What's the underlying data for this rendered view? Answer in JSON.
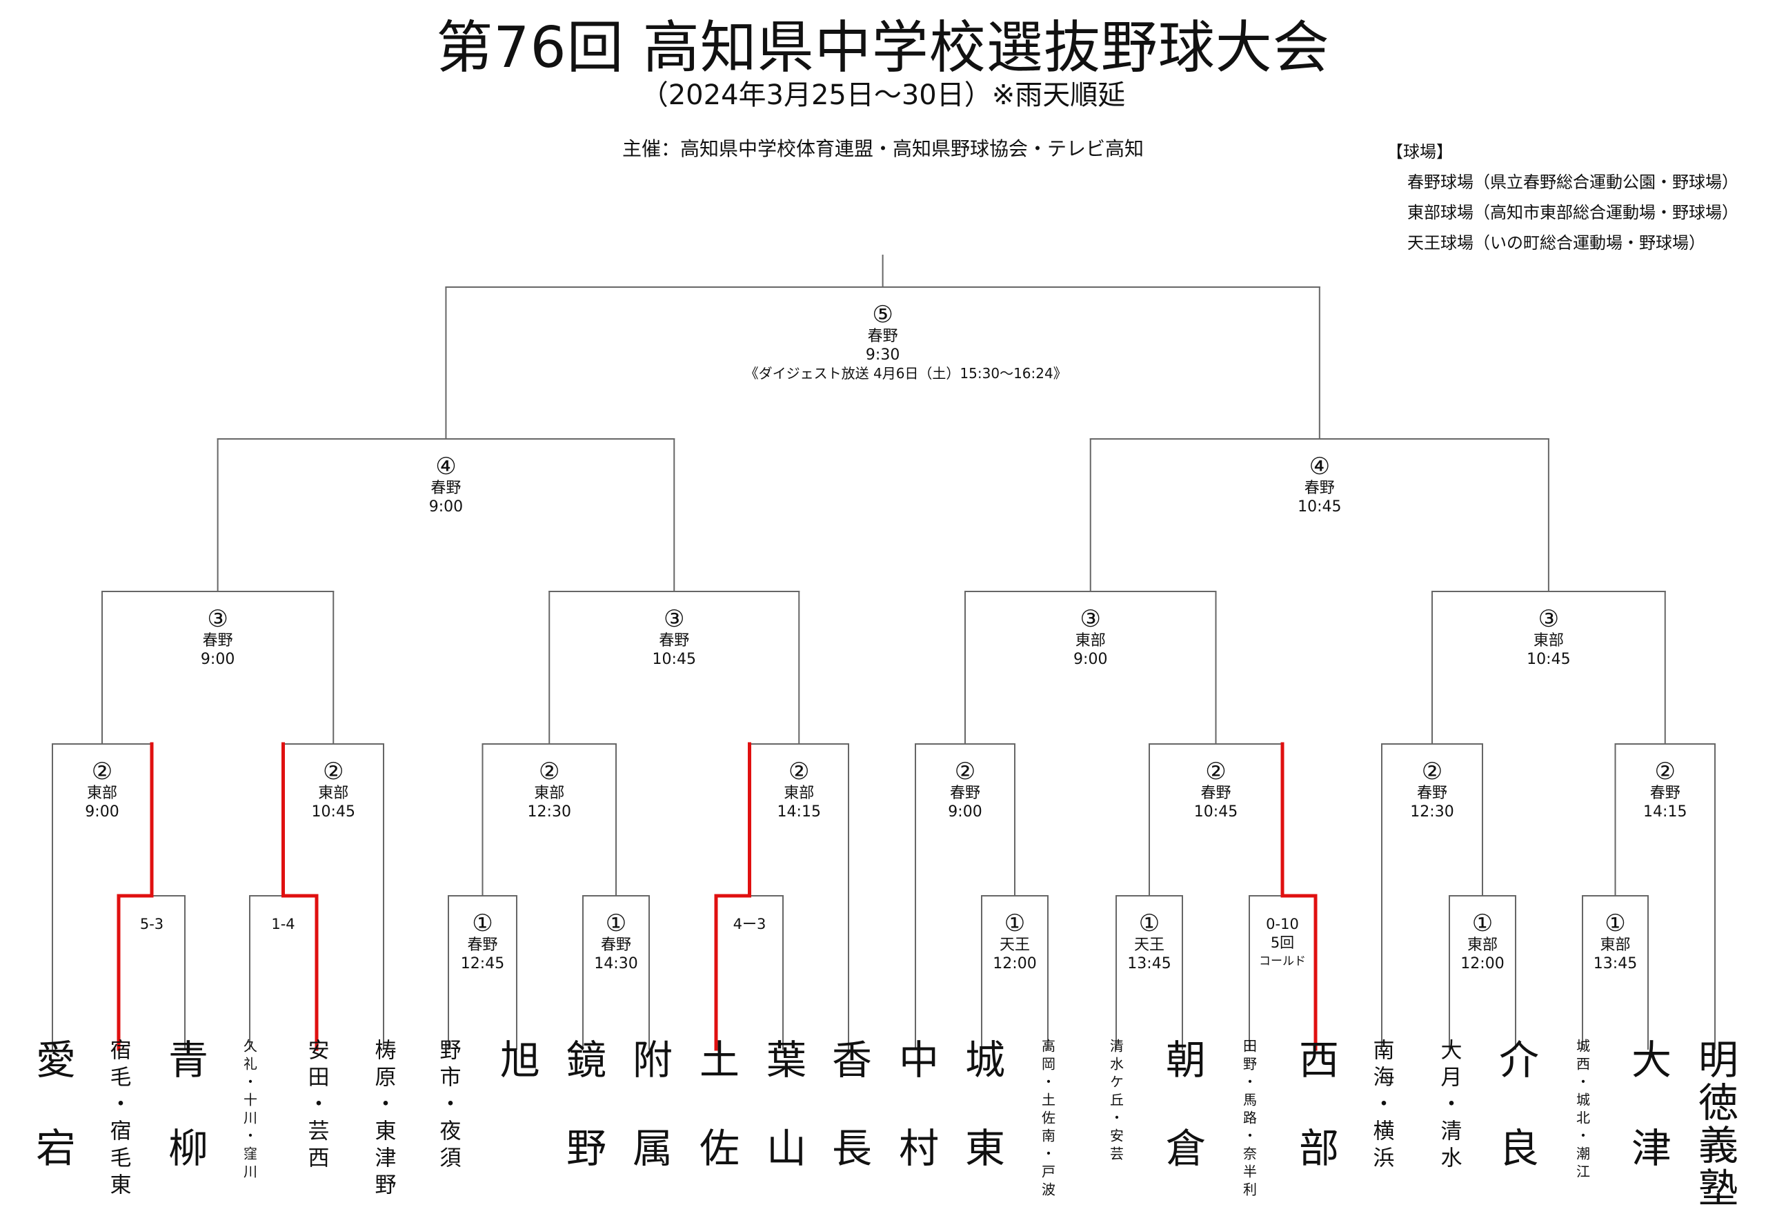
{
  "header": {
    "title": "第76回 高知県中学校選抜野球大会",
    "subtitle": "（2024年3月25日～30日）※雨天順延",
    "organizer": "主催：高知県中学校体育連盟・高知県野球協会・テレビ高知"
  },
  "venues": {
    "heading": "【球場】",
    "items": [
      "春野球場（県立春野総合運動公園・野球場）",
      "東部球場（高知市東部総合運動場・野球場）",
      "天王球場（いの町総合運動場・野球場）"
    ]
  },
  "teams": [
    {
      "name": "愛宕",
      "cols": [
        "愛宕"
      ],
      "size": "big"
    },
    {
      "name": "宿毛・宿毛東",
      "cols": [
        "宿毛・宿毛東"
      ],
      "size": "mid"
    },
    {
      "name": "青柳",
      "cols": [
        "青柳"
      ],
      "size": "big"
    },
    {
      "name": "久礼・十川・窪川",
      "cols": [
        "久礼・十川・窪川"
      ],
      "size": "small"
    },
    {
      "name": "安田・芸西",
      "cols": [
        "安田・芸西"
      ],
      "size": "mid"
    },
    {
      "name": "梼原・東津野",
      "cols": [
        "梼原・東津野"
      ],
      "size": "mid"
    },
    {
      "name": "野市・夜須",
      "cols": [
        "野市・夜須"
      ],
      "size": "mid"
    },
    {
      "name": "旭",
      "cols": [
        "旭"
      ],
      "size": "big"
    },
    {
      "name": "鏡野",
      "cols": [
        "鏡野"
      ],
      "size": "big"
    },
    {
      "name": "附属",
      "cols": [
        "附属"
      ],
      "size": "big"
    },
    {
      "name": "土佐",
      "cols": [
        "土佐"
      ],
      "size": "big"
    },
    {
      "name": "葉山",
      "cols": [
        "葉山"
      ],
      "size": "big"
    },
    {
      "name": "香長",
      "cols": [
        "香長"
      ],
      "size": "big"
    },
    {
      "name": "中村",
      "cols": [
        "中村"
      ],
      "size": "big"
    },
    {
      "name": "城東",
      "cols": [
        "城東"
      ],
      "size": "big"
    },
    {
      "name": "高岡・土佐南・戸波",
      "cols": [
        "高岡・土佐南・戸波"
      ],
      "size": "small"
    },
    {
      "name": "清水ケ丘・安芸",
      "cols": [
        "清水ケ丘・安芸"
      ],
      "size": "small"
    },
    {
      "name": "朝倉",
      "cols": [
        "朝倉"
      ],
      "size": "big"
    },
    {
      "name": "田野・馬路・奈半利",
      "cols": [
        "田野・馬路・奈半利"
      ],
      "size": "small"
    },
    {
      "name": "西部",
      "cols": [
        "西部"
      ],
      "size": "big"
    },
    {
      "name": "南海・横浜",
      "cols": [
        "南海・横浜"
      ],
      "size": "mid"
    },
    {
      "name": "大月・清水",
      "cols": [
        "大月・清水"
      ],
      "size": "mid"
    },
    {
      "name": "介良",
      "cols": [
        "介良"
      ],
      "size": "big"
    },
    {
      "name": "城西・城北・潮江",
      "cols": [
        "城西・城北・潮江"
      ],
      "size": "small"
    },
    {
      "name": "大津",
      "cols": [
        "大津"
      ],
      "size": "big"
    },
    {
      "name": "明徳義塾",
      "cols": [
        "明徳義塾"
      ],
      "size": "big",
      "three": true
    }
  ],
  "matches": [
    {
      "id": "r1a",
      "round": 1,
      "label": "①",
      "venue": "春野",
      "time": "12:45",
      "left": "t6",
      "right": "t7"
    },
    {
      "id": "r1b",
      "round": 1,
      "label": "①",
      "venue": "春野",
      "time": "14:30",
      "left": "t8",
      "right": "t9"
    },
    {
      "id": "r1c",
      "round": 1,
      "label": "①",
      "venue": "天王",
      "time": "12:00",
      "left": "t14",
      "right": "t15"
    },
    {
      "id": "r1d",
      "round": 1,
      "label": "①",
      "venue": "天王",
      "time": "13:45",
      "left": "t16",
      "right": "t17"
    },
    {
      "id": "r1e",
      "round": 1,
      "label": "①",
      "venue": "東部",
      "time": "12:00",
      "left": "t21",
      "right": "t22"
    },
    {
      "id": "r1f",
      "round": 1,
      "label": "①",
      "venue": "東部",
      "time": "13:45",
      "left": "t23",
      "right": "t24"
    },
    {
      "id": "p1",
      "round": 1,
      "label": "",
      "venue": "",
      "time": "",
      "left": "t1",
      "right": "t2",
      "score": [
        "5-3"
      ],
      "won": "left"
    },
    {
      "id": "p2",
      "round": 1,
      "label": "",
      "venue": "",
      "time": "",
      "left": "t3",
      "right": "t4",
      "score": [
        "1-4"
      ],
      "won": "right"
    },
    {
      "id": "p3",
      "round": 1,
      "label": "",
      "venue": "",
      "time": "",
      "left": "t10",
      "right": "t11",
      "score": [
        "4ー3"
      ],
      "won": "left"
    },
    {
      "id": "p4",
      "round": 1,
      "label": "",
      "venue": "",
      "time": "",
      "left": "t18",
      "right": "t19",
      "score": [
        "0-10",
        "5回",
        "コールド"
      ],
      "won": "right"
    },
    {
      "id": "r2a",
      "round": 2,
      "label": "②",
      "venue": "東部",
      "time": "9:00",
      "left": "t0",
      "right": "p1",
      "won": "right"
    },
    {
      "id": "r2b",
      "round": 2,
      "label": "②",
      "venue": "東部",
      "time": "10:45",
      "left": "p2",
      "right": "t5",
      "won": "left"
    },
    {
      "id": "r2c",
      "round": 2,
      "label": "②",
      "venue": "東部",
      "time": "12:30",
      "left": "r1a",
      "right": "r1b"
    },
    {
      "id": "r2d",
      "round": 2,
      "label": "②",
      "venue": "東部",
      "time": "14:15",
      "left": "p3",
      "right": "t12",
      "won": "left"
    },
    {
      "id": "r2e",
      "round": 2,
      "label": "②",
      "venue": "春野",
      "time": "9:00",
      "left": "t13",
      "right": "r1c"
    },
    {
      "id": "r2f",
      "round": 2,
      "label": "②",
      "venue": "春野",
      "time": "10:45",
      "left": "r1d",
      "right": "p4",
      "won": "right"
    },
    {
      "id": "r2g",
      "round": 2,
      "label": "②",
      "venue": "春野",
      "time": "12:30",
      "left": "t20",
      "right": "r1e"
    },
    {
      "id": "r2h",
      "round": 2,
      "label": "②",
      "venue": "春野",
      "time": "14:15",
      "left": "r1f",
      "right": "t25"
    },
    {
      "id": "r3a",
      "round": 3,
      "label": "③",
      "venue": "春野",
      "time": "9:00",
      "left": "r2a",
      "right": "r2b"
    },
    {
      "id": "r3b",
      "round": 3,
      "label": "③",
      "venue": "春野",
      "time": "10:45",
      "left": "r2c",
      "right": "r2d"
    },
    {
      "id": "r3c",
      "round": 3,
      "label": "③",
      "venue": "東部",
      "time": "9:00",
      "left": "r2e",
      "right": "r2f"
    },
    {
      "id": "r3d",
      "round": 3,
      "label": "③",
      "venue": "東部",
      "time": "10:45",
      "left": "r2g",
      "right": "r2h"
    },
    {
      "id": "sf1",
      "round": 4,
      "label": "④",
      "venue": "春野",
      "time": "9:00",
      "left": "r3a",
      "right": "r3b"
    },
    {
      "id": "sf2",
      "round": 4,
      "label": "④",
      "venue": "春野",
      "time": "10:45",
      "left": "r3c",
      "right": "r3d"
    },
    {
      "id": "final",
      "round": 5,
      "label": "⑤",
      "venue": "春野",
      "time": "9:30",
      "note": "《ダイジェスト放送 4月6日（土）15:30～16:24》",
      "left": "sf1",
      "right": "sf2"
    }
  ],
  "colors": {
    "line": "#666666",
    "winner": "#e01010",
    "text": "#111111"
  }
}
